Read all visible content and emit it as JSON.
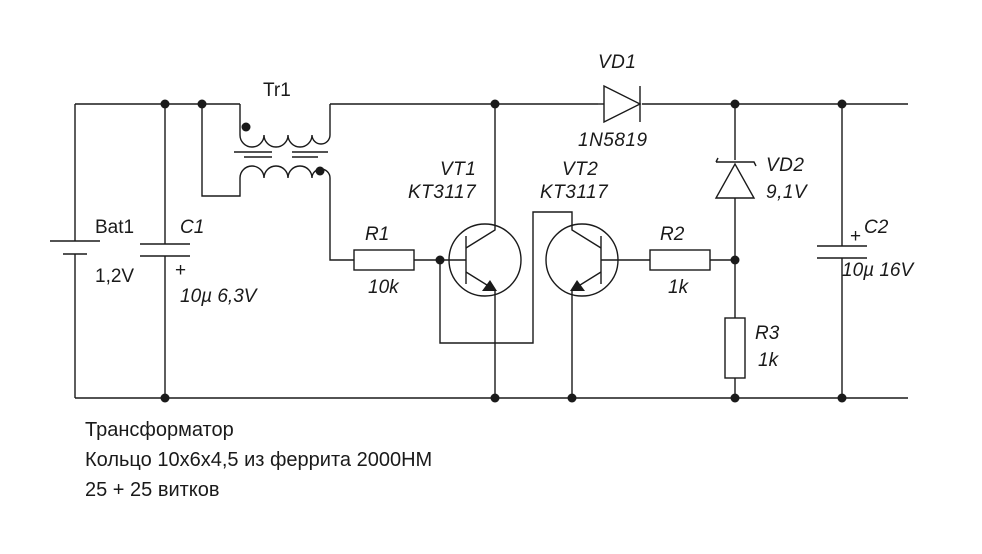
{
  "transformer": {
    "ref": "Tr1"
  },
  "battery": {
    "ref": "Bat1",
    "value": "1,2V"
  },
  "c1": {
    "ref": "C1",
    "polarity": "+",
    "value": "10µ 6,3V"
  },
  "r1": {
    "ref": "R1",
    "value": "10k"
  },
  "vt1": {
    "ref": "VT1",
    "part": "KT3117"
  },
  "vt2": {
    "ref": "VT2",
    "part": "KT3117"
  },
  "r2": {
    "ref": "R2",
    "value": "1k"
  },
  "vd1": {
    "ref": "VD1",
    "part": "1N5819"
  },
  "vd2": {
    "ref": "VD2",
    "value": "9,1V"
  },
  "r3": {
    "ref": "R3",
    "value": "1k"
  },
  "c2": {
    "ref": "C2",
    "polarity": "+",
    "value": "10µ 16V"
  },
  "notes": [
    "Трансформатор",
    "Кольцо 10х6х4,5 из феррита 2000НМ",
    "25 + 25 витков"
  ]
}
